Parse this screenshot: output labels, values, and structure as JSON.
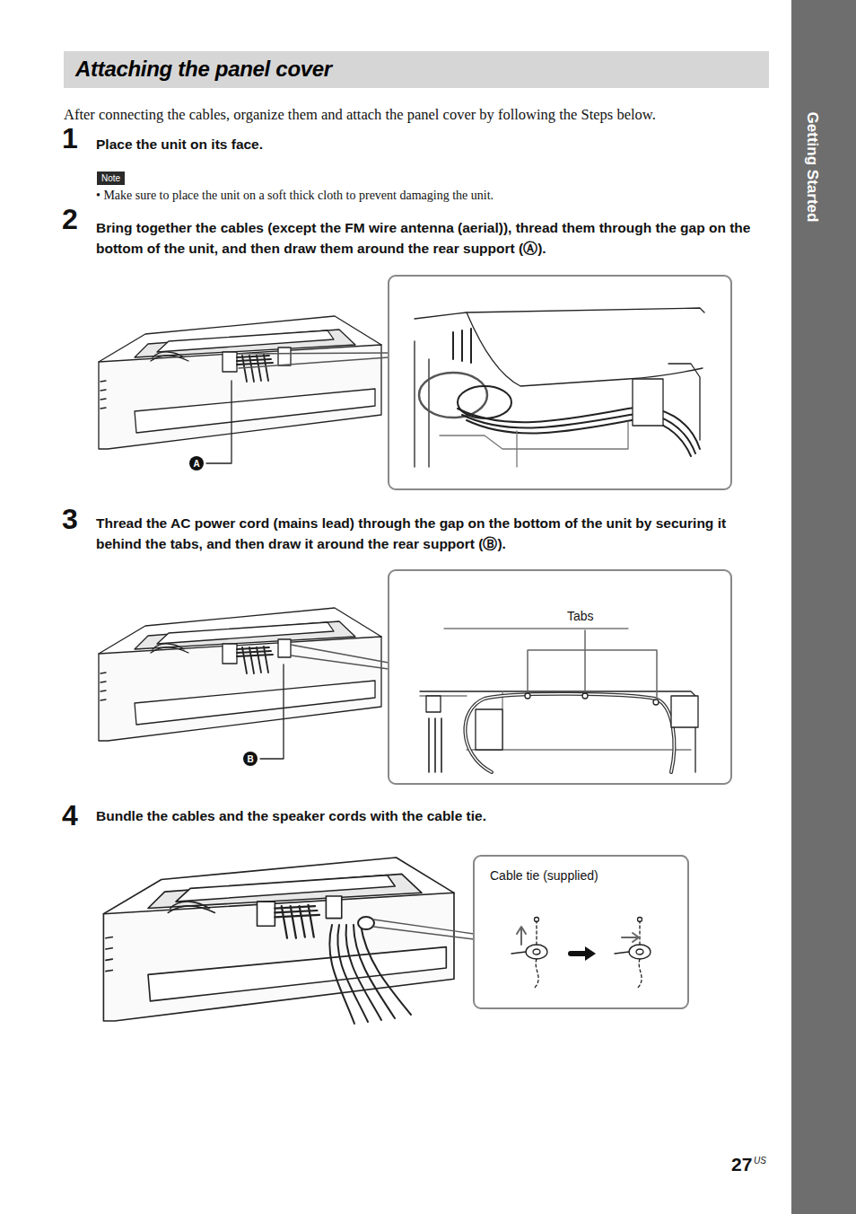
{
  "diagram": {
    "title": "Attaching the panel cover",
    "nodes": [
      {
        "text": [
          "Getting Started"
        ]
      },
      {
        "text": [
          "Note"
        ]
      },
      {
        "text": [
          "Tabs"
        ]
      },
      {
        "text": [
          "Cable tie (supplied)"
        ]
      }
    ],
    "labels": [
      "After connecting the cables, organize them and attach the panel cover by following the Steps below.",
      "1",
      "Place the unit on its face.",
      "• Make sure to place the unit on a soft thick cloth to prevent damaging the unit.",
      "2",
      "Bring together the cables (except the FM wire antenna (aerial)), thread them through the gap on the bottom of the unit, and then draw them around the rear support (Ⓐ).",
      "A",
      "3",
      "Thread the AC power cord (mains lead) through the gap on the bottom of the unit by securing it behind the tabs, and then draw it around the rear support (Ⓑ).",
      "B",
      "4",
      "Bundle the cables and the speaker cords with the cable tie.",
      "27",
      "US"
    ]
  }
}
